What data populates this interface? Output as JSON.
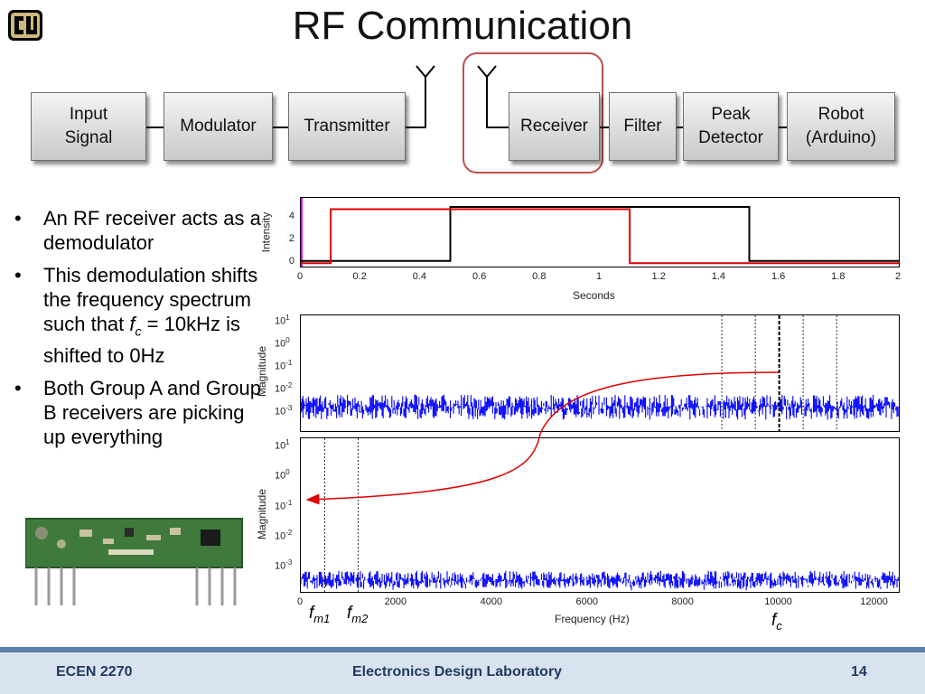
{
  "slide": {
    "title": "RF Communication",
    "blocks": [
      "Input\nSignal",
      "Modulator",
      "Transmitter",
      "Receiver",
      "Filter",
      "Peak\nDetector",
      "Robot\n(Arduino)"
    ],
    "bullets": [
      "An RF receiver acts as a demodulator",
      "This demodulation shifts the frequency spectrum such that",
      "Both Group A and Group B receivers are picking up everything"
    ],
    "bullet2_fc": "f",
    "bullet2_fc_sub": "c",
    "bullet2_tail": " = 10kHz is shifted to 0Hz",
    "fm1_label": "f",
    "fm1_sub": "m1",
    "fm2_label": "f",
    "fm2_sub": "m2",
    "fc_label": "f",
    "fc_sub": "c"
  },
  "footer": {
    "course": "ECEN 2270",
    "lab": "Electronics Design Laboratory",
    "page": "14"
  },
  "chart_data": [
    {
      "type": "line",
      "xlabel": "Seconds",
      "ylabel": "Intensity",
      "xlim": [
        0,
        2
      ],
      "ylim": [
        -0.3,
        5.8
      ],
      "xticks": [
        "0",
        "0.2",
        "0.4",
        "0.6",
        "0.8",
        "1",
        "1.2",
        "1.4",
        "1.6",
        "1.8",
        "2"
      ],
      "yticks": [
        "0",
        "2",
        "4"
      ],
      "series": [
        {
          "color": "#000000",
          "x": [
            0,
            0.5,
            0.5,
            1.5,
            1.5,
            2
          ],
          "y": [
            0.2,
            0.2,
            5,
            5,
            0.2,
            0.2
          ]
        },
        {
          "color": "#e00000",
          "x": [
            0,
            0.1,
            0.1,
            1.1,
            1.1,
            2
          ],
          "y": [
            0,
            0,
            4.8,
            4.8,
            0,
            0
          ]
        }
      ]
    },
    {
      "type": "line",
      "xlabel": "",
      "ylabel": "Magnitude",
      "xlim": [
        0,
        12500
      ],
      "ylim": [
        -3.8,
        1.3
      ],
      "scale": "log",
      "yticks": [
        "10-3",
        "10-2",
        "10-1",
        "100",
        "101"
      ],
      "noise_floor": "10^-2.2 to 10^-3.3",
      "marker_lines": [
        8800,
        9500,
        10000,
        10500,
        11200
      ],
      "series_color": "#0000ff"
    },
    {
      "type": "line",
      "xlabel": "Frequency (Hz)",
      "ylabel": "Magnitude",
      "xlim": [
        0,
        12500
      ],
      "ylim": [
        -3.8,
        1.3
      ],
      "scale": "log",
      "xticks": [
        "0",
        "2000",
        "4000",
        "6000",
        "8000",
        "10000",
        "12000"
      ],
      "yticks": [
        "10-3",
        "10-2",
        "10-1",
        "100",
        "101"
      ],
      "noise_floor": "10^-3.1 to 10^-3.7",
      "marker_lines": [
        500,
        1200
      ],
      "series_color": "#0000ff"
    }
  ]
}
